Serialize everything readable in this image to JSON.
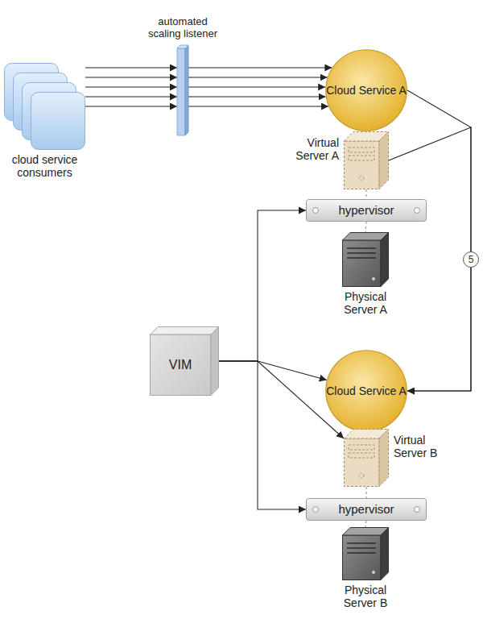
{
  "diagram": {
    "nodes": [
      {
        "text": [
          "cloud service consumers"
        ]
      },
      {
        "text": [
          "automated scaling listener"
        ]
      },
      {
        "text": [
          "Cloud Service A"
        ]
      },
      {
        "text": [
          "Virtual Server A"
        ]
      },
      {
        "text": [
          "hypervisor"
        ]
      },
      {
        "text": [
          "Physical Server A"
        ]
      },
      {
        "text": [
          "VIM"
        ]
      },
      {
        "text": [
          "Cloud Service A"
        ]
      },
      {
        "text": [
          "Virtual Server B"
        ]
      },
      {
        "text": [
          "hypervisor"
        ]
      },
      {
        "text": [
          "Physical Server B"
        ]
      }
    ],
    "edges": [
      {
        "from": 0,
        "to": 1,
        "arrow": "to"
      },
      {
        "from": 0,
        "to": 1,
        "arrow": "to"
      },
      {
        "from": 0,
        "to": 1,
        "arrow": "to"
      },
      {
        "from": 0,
        "to": 1,
        "arrow": "to"
      },
      {
        "from": 0,
        "to": 1,
        "arrow": "to"
      },
      {
        "from": 1,
        "to": 2,
        "arrow": "to"
      },
      {
        "from": 1,
        "to": 2,
        "arrow": "to"
      },
      {
        "from": 1,
        "to": 2,
        "arrow": "to"
      },
      {
        "from": 1,
        "to": 2,
        "arrow": "to"
      },
      {
        "from": 1,
        "to": 2,
        "arrow": "to"
      },
      {
        "from": 2,
        "to": 3,
        "arrow": "none"
      },
      {
        "from": 3,
        "to": 4,
        "arrow": "none"
      },
      {
        "from": 4,
        "to": 5,
        "arrow": "none"
      },
      {
        "from": 2,
        "to": 7,
        "label": "5",
        "arrow": "to"
      },
      {
        "from": 3,
        "to": 7,
        "arrow": "to"
      },
      {
        "from": 6,
        "to": 4,
        "arrow": "to"
      },
      {
        "from": 6,
        "to": 7,
        "arrow": "to"
      },
      {
        "from": 6,
        "to": 8,
        "arrow": "to"
      },
      {
        "from": 6,
        "to": 9,
        "arrow": "to"
      },
      {
        "from": 7,
        "to": 8,
        "arrow": "none"
      },
      {
        "from": 8,
        "to": 9,
        "arrow": "none"
      },
      {
        "from": 9,
        "to": 10,
        "arrow": "none"
      }
    ]
  }
}
